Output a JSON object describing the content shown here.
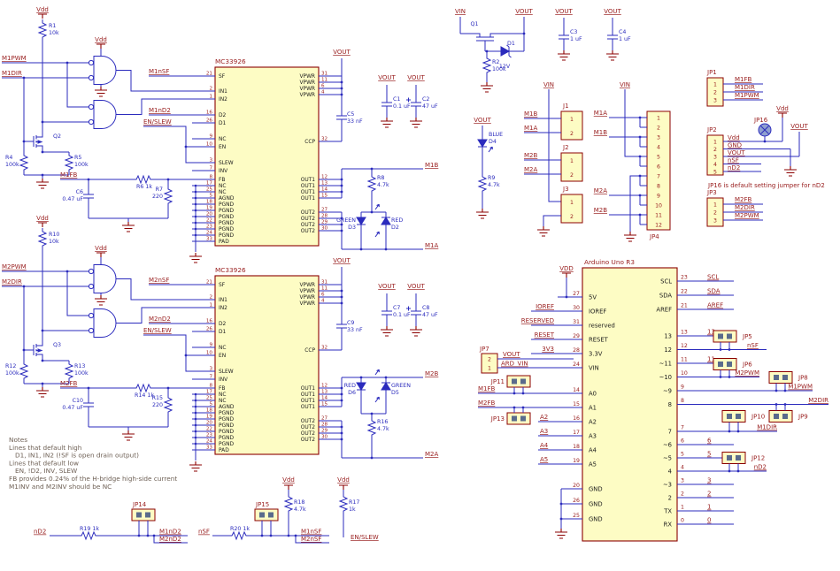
{
  "colors": {
    "wire": "#2b2bbd",
    "net_label": "#9a2121",
    "power": "#8b0000",
    "box_fill": "#fdfcc4",
    "box_border": "#8b0000",
    "note": "#6e6055"
  },
  "labels": {
    "vdd": "Vdd",
    "vin": "VIN",
    "vout": "VOUT"
  },
  "mc": {
    "title": "MC33926",
    "l1": [
      {
        "n": "21",
        "name": "SF"
      }
    ],
    "l2": [
      {
        "n": "2",
        "name": "IN1"
      },
      {
        "n": "1",
        "name": "IN2"
      }
    ],
    "l3": [
      {
        "n": "16",
        "name": "D2"
      },
      {
        "n": "26",
        "name": "D1"
      }
    ],
    "l4": [
      {
        "n": "9",
        "name": "NC"
      },
      {
        "n": "10",
        "name": "EN"
      }
    ],
    "l5": [
      {
        "n": "3",
        "name": "SLEW"
      },
      {
        "n": "7",
        "name": "INV"
      }
    ],
    "l6": [
      {
        "n": "8",
        "name": "FB"
      },
      {
        "n": "17",
        "name": "NC"
      },
      {
        "n": "25",
        "name": "NC"
      },
      {
        "n": "5",
        "name": "AGND"
      },
      {
        "n": "18",
        "name": "PGND"
      },
      {
        "n": "19",
        "name": "PGND"
      },
      {
        "n": "20",
        "name": "PGND"
      },
      {
        "n": "22",
        "name": "PGND"
      },
      {
        "n": "23",
        "name": "PGND"
      },
      {
        "n": "24",
        "name": "PGND"
      },
      {
        "n": "33",
        "name": "PAD"
      }
    ],
    "r1": [
      {
        "n": "31",
        "name": "VPWR"
      },
      {
        "n": "11",
        "name": "VPWR"
      },
      {
        "n": "6",
        "name": "VPWR"
      },
      {
        "n": "4",
        "name": "VPWR"
      }
    ],
    "r2": [
      {
        "n": "32",
        "name": "CCP"
      }
    ],
    "r3": [
      {
        "n": "12",
        "name": "OUT1"
      },
      {
        "n": "13",
        "name": "OUT1"
      },
      {
        "n": "14",
        "name": "OUT1"
      },
      {
        "n": "15",
        "name": "OUT1"
      }
    ],
    "r4": [
      {
        "n": "27",
        "name": "OUT2"
      },
      {
        "n": "28",
        "name": "OUT2"
      },
      {
        "n": "29",
        "name": "OUT2"
      },
      {
        "n": "30",
        "name": "OUT2"
      }
    ]
  },
  "m1": {
    "pwm": "M1PWM",
    "dir": "M1DIR",
    "nsf": "M1nSF",
    "nd2": "M1nD2",
    "enslew": "EN/SLEW",
    "fb": "M1FB",
    "rtop": "R1",
    "rtopv": "10k",
    "q": "Q2",
    "ra": "R4",
    "rav": "100k",
    "rb": "R5",
    "rbv": "100k",
    "rser": "R6 1k",
    "rsh": "R7",
    "rshv": "220",
    "cf": "C6",
    "cfv": "0.47 uF",
    "ccp": "C5",
    "ccpv": "33 nF",
    "c1": "C1",
    "c1v": "0.1 uF",
    "c2": "C2",
    "c2v": "47 uF",
    "rled": "R8",
    "rledv": "4.7k",
    "led1c": "GREEN",
    "led1": "D3",
    "led2c": "RED",
    "led2": "D2",
    "ma": "M1A",
    "mb": "M1B"
  },
  "m2": {
    "pwm": "M2PWM",
    "dir": "M2DIR",
    "nsf": "M2nSF",
    "nd2": "M2nD2",
    "enslew": "EN/SLEW",
    "fb": "M2FB",
    "rtop": "R10",
    "rtopv": "10k",
    "q": "Q3",
    "ra": "R12",
    "rav": "100k",
    "rb": "R13",
    "rbv": "100k",
    "rser": "R14 1k",
    "rsh": "R15",
    "rshv": "220",
    "cf": "C10",
    "cfv": "0.47 uF",
    "ccp": "C9",
    "ccpv": "33 nF",
    "c1": "C7",
    "c1v": "0.1 uF",
    "c2": "C8",
    "c2v": "47 uF",
    "rled": "R16",
    "rledv": "4.7k",
    "led1c": "RED",
    "led1": "D6",
    "led2c": "GREEN",
    "led2": "D5",
    "ma": "M2A",
    "mb": "M2B"
  },
  "psu": {
    "q": "Q1",
    "d": "D1",
    "dv": "12V",
    "r": "R2",
    "rv": "100k",
    "c3": "C3",
    "c3v": "1 uF",
    "c4": "C4",
    "c4v": "1 uF",
    "ledc": "BLUE",
    "led": "D4",
    "rled": "R9",
    "rledv": "4.7k"
  },
  "conn": {
    "j1": "J1",
    "j2": "J2",
    "j3": "J3",
    "jp4": "JP4",
    "pins2": [
      "1",
      "2"
    ],
    "jp4pins": [
      "1",
      "2",
      "3",
      "4",
      "5",
      "6",
      "7",
      "8",
      "9",
      "10",
      "11",
      "12"
    ],
    "m1a": "M1A",
    "m1b": "M1B",
    "m2a": "M2A",
    "m2b": "M2B"
  },
  "hdr": {
    "jp1": "JP1",
    "jp2": "JP2",
    "jp3": "JP3",
    "jp16": "JP16",
    "jp1pins": [
      "1",
      "2",
      "3"
    ],
    "jp1nets": [
      "M1FB",
      "M1DIR",
      "M1PWM"
    ],
    "jp2pins": [
      "1",
      "2",
      "3",
      "4",
      "5"
    ],
    "jp2nets": [
      "Vdd",
      "GND",
      "VOUT",
      "nSF",
      "nD2"
    ],
    "jp3pins": [
      "1",
      "2",
      "3"
    ],
    "jp3nets": [
      "M2FB",
      "M2DIR",
      "M2PWM"
    ],
    "note": "JP16 is default setting jumper for nD2"
  },
  "ard": {
    "title": "Arduino Uno R3",
    "vdd": "VDD",
    "l1": [
      {
        "n": "27",
        "name": "5V"
      }
    ],
    "l2": [
      {
        "n": "30",
        "name": "IOREF"
      },
      {
        "n": "31",
        "name": "reserved"
      },
      {
        "n": "29",
        "name": "RESET"
      },
      {
        "n": "28",
        "name": "3.3V"
      },
      {
        "n": "24",
        "name": "VIN"
      }
    ],
    "lnets": [
      "IOREF",
      "RESERVED",
      "RESET",
      "3V3"
    ],
    "l3": [
      {
        "n": "14",
        "name": "A0"
      },
      {
        "n": "15",
        "name": "A1"
      },
      {
        "n": "16",
        "name": "A2"
      },
      {
        "n": "17",
        "name": "A3"
      },
      {
        "n": "18",
        "name": "A4"
      },
      {
        "n": "19",
        "name": "A5"
      }
    ],
    "anets": [
      "A2",
      "A3",
      "A4",
      "A5"
    ],
    "l4": [
      {
        "n": "20",
        "name": "GND"
      },
      {
        "n": "26",
        "name": "GND"
      },
      {
        "n": "25",
        "name": "GND"
      }
    ],
    "r1": [
      {
        "n": "23",
        "name": "SCL",
        "ext": "SCL"
      },
      {
        "n": "22",
        "name": "SDA",
        "ext": "SDA"
      },
      {
        "n": "21",
        "name": "AREF",
        "ext": "AREF"
      }
    ],
    "r2": [
      {
        "n": "13",
        "name": "13",
        "ext": "13"
      },
      {
        "n": "12",
        "name": "12",
        "ext": ""
      },
      {
        "n": "11",
        "name": "~11",
        "ext": "11"
      },
      {
        "n": "10",
        "name": "~10",
        "ext": ""
      },
      {
        "n": "9",
        "name": "~9",
        "ext": ""
      },
      {
        "n": "8",
        "name": "8",
        "ext": ""
      }
    ],
    "r3": [
      {
        "n": "7",
        "name": "7",
        "ext": ""
      },
      {
        "n": "6",
        "name": "~6",
        "ext": "6"
      },
      {
        "n": "5",
        "name": "~5",
        "ext": "5"
      },
      {
        "n": "4",
        "name": "4",
        "ext": ""
      },
      {
        "n": "3",
        "name": "~3",
        "ext": "3"
      },
      {
        "n": "2",
        "name": "2",
        "ext": "2"
      },
      {
        "n": "1",
        "name": "TX",
        "ext": "1"
      },
      {
        "n": "0",
        "name": "RX",
        "ext": "0"
      }
    ],
    "jp7": "JP7",
    "jp7pins": [
      "2",
      "1"
    ],
    "jp7nets": [
      "VOUT",
      "ARD_VIN"
    ],
    "jp11": "JP11",
    "jp13": "JP13",
    "m1fb": "M1FB",
    "m2fb": "M2FB",
    "jp5": "JP5",
    "jp6": "JP6",
    "jp8": "JP8",
    "jp9": "JP9",
    "jp10": "JP10",
    "jp12": "JP12",
    "nsf": "nSF",
    "m2pwm": "M2PWM",
    "m1pwm": "M1PWM",
    "m2dir": "M2DIR",
    "m1dir": "M1DIR",
    "nd2": "nD2"
  },
  "bot": {
    "jp14": "JP14",
    "r19": "R19 1k",
    "nd2": "nD2",
    "m1nd2": "M1nD2",
    "m2nd2": "M2nD2",
    "jp15": "JP15",
    "r20": "R20 1k",
    "nsf": "nSF",
    "m1nsf": "M1nSF",
    "m2nsf": "M2nSF",
    "r18": "R18",
    "r18v": "4.7k",
    "r17": "R17",
    "r17v": "1k",
    "enslew": "EN/SLEW"
  },
  "notes": [
    "Notes",
    "Lines that default high",
    "   D1, IN1, IN2 (!SF is open drain output)",
    "Lines that default low",
    "   EN, !D2, INV, SLEW",
    "FB provides 0.24% of the H-bridge high-side current",
    "M1INV and M2INV should be NC"
  ]
}
